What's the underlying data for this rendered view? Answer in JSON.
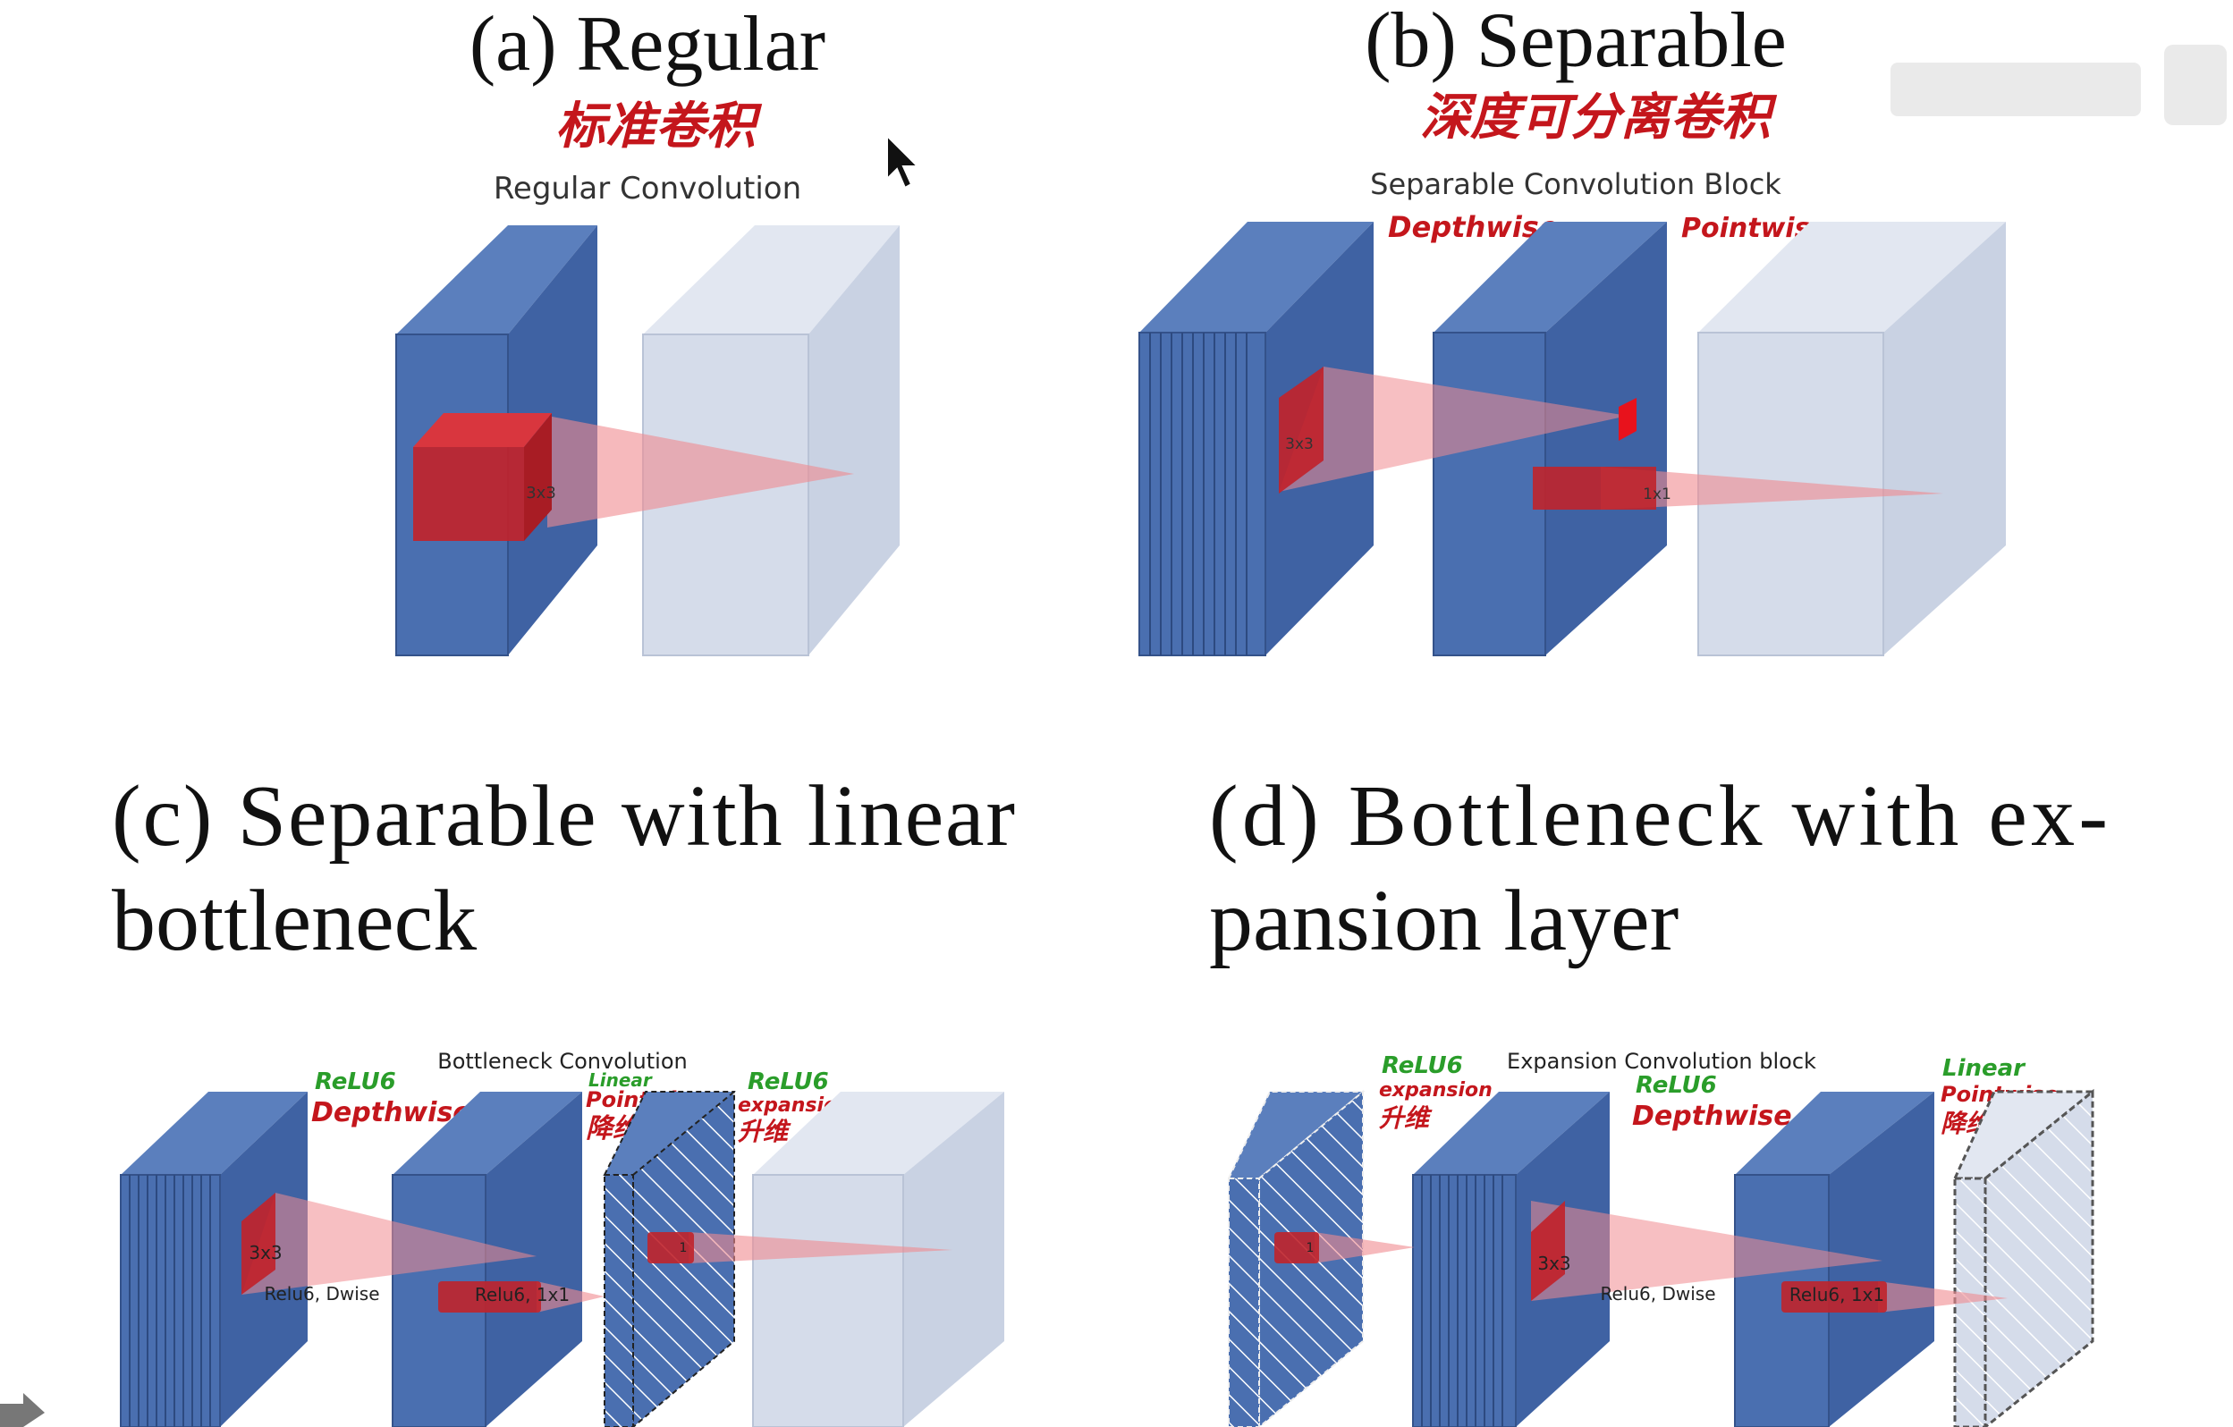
{
  "panels": {
    "a": {
      "heading": "(a) Regular",
      "note_cn": "标准卷积",
      "caption": "Regular Convolution",
      "kernel_label": "3x3"
    },
    "b": {
      "heading": "(b) Separable",
      "note_cn": "深度可分离卷积",
      "caption": "Separable Convolution Block",
      "note_depthwise": "Depthwise",
      "note_pointwise": "Pointwise",
      "kernel_label_dw": "3x3",
      "kernel_label_pw": "1x1"
    },
    "c": {
      "heading_line1": "(c) Separable with linear",
      "heading_line2": "bottleneck",
      "caption": "Bottleneck Convolution",
      "note_relu6_1": "ReLU6",
      "note_depthwise": "Depthwise",
      "note_linear": "Linear",
      "note_pointwise": "Pointwise",
      "note_reduce_cn": "降维",
      "note_relu6_2": "ReLU6",
      "note_expansion": "expansion",
      "note_expand_cn": "升维",
      "kernel_label": "3x3",
      "label_dwise": "Relu6, Dwise",
      "label_1x1": "Relu6, 1x1",
      "label_one": "1"
    },
    "d": {
      "heading_line1": "(d) Bottleneck with ex-",
      "heading_line2": "pansion layer",
      "caption": "Expansion Convolution block",
      "note_relu6_1": "ReLU6",
      "note_expansion": "expansion",
      "note_expand_cn": "升维",
      "note_relu6_2": "ReLU6",
      "note_depthwise": "Depthwise",
      "note_linear": "Linear",
      "note_pointwise": "Pointwise",
      "note_reduce_cn": "降维",
      "kernel_label": "3x3",
      "label_dwise": "Relu6, Dwise",
      "label_1x1": "Relu6, 1x1",
      "label_one": "1"
    }
  },
  "colors": {
    "block_blue": "#4a6fb0",
    "block_blue_dark": "#3a5a99",
    "block_light": "#d5dcea",
    "kernel_red": "#c0232b",
    "ray_red": "#f08a8f",
    "note_red": "#c4161c",
    "note_green": "#2a9d2a"
  }
}
